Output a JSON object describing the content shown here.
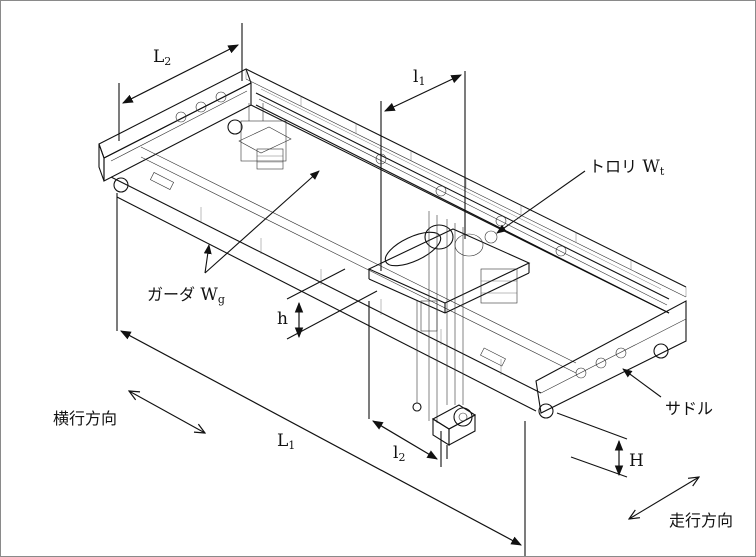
{
  "labels": {
    "L2": {
      "main": "L",
      "sub": "2"
    },
    "l1": {
      "main": "l",
      "sub": "1"
    },
    "trolley": {
      "name": "トロリ",
      "symbol": "W",
      "sub": "t"
    },
    "girder": {
      "name": "ガーダ",
      "symbol": "W",
      "sub": "g"
    },
    "h": {
      "main": "h"
    },
    "saddle": {
      "name": "サドル"
    },
    "traverse": {
      "name": "横行方向"
    },
    "L1": {
      "main": "L",
      "sub": "1"
    },
    "l2": {
      "main": "l",
      "sub": "2"
    },
    "H": {
      "main": "H"
    },
    "travel": {
      "name": "走行方向"
    }
  },
  "colors": {
    "line": "#111111",
    "frame": "#8a8a8a",
    "background": "#ffffff"
  }
}
